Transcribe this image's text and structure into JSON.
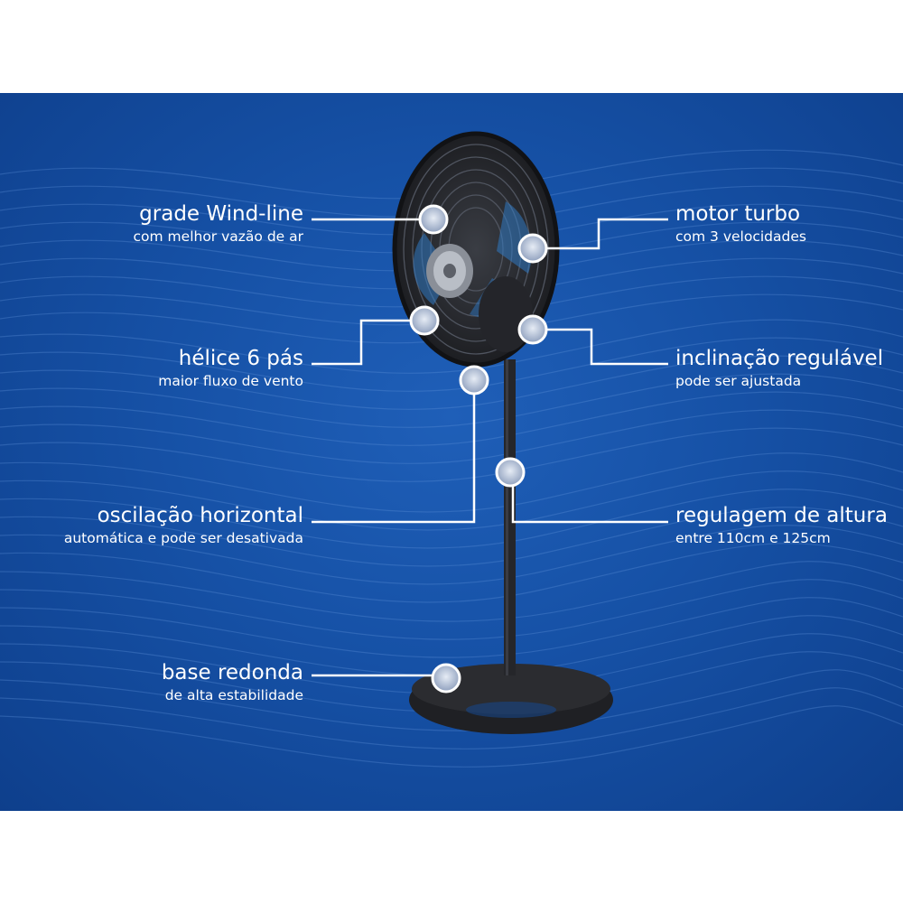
{
  "callouts": {
    "grade": {
      "title": "grade Wind-line",
      "subtitle": "com melhor vazão de ar"
    },
    "helice": {
      "title": "hélice 6 pás",
      "subtitle": "maior fluxo de vento"
    },
    "oscilacao": {
      "title": "oscilação horizontal",
      "subtitle": "automática e pode ser desativada"
    },
    "base": {
      "title": "base redonda",
      "subtitle": "de alta estabilidade"
    },
    "motor": {
      "title": "motor turbo",
      "subtitle": "com 3 velocidades"
    },
    "inclinacao": {
      "title": "inclinação regulável",
      "subtitle": "pode ser ajustada"
    },
    "regulagem": {
      "title": "regulagem de altura",
      "subtitle": "entre 110cm e 125cm"
    }
  },
  "colors": {
    "background": "#1651a6",
    "product": "#2b2c30",
    "leader_line": "#ffffff",
    "hotspot": "#c9d3e3"
  },
  "icons": {
    "product": "standing-fan",
    "hotspot": "circle-marker"
  }
}
